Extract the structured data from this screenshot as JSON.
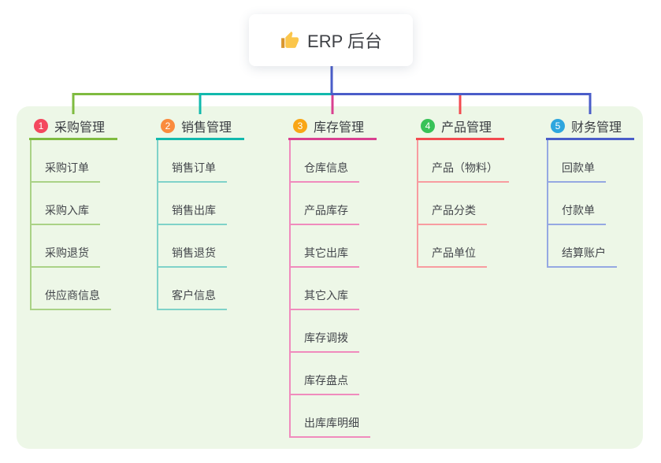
{
  "root": {
    "label": "ERP 后台",
    "icon": "thumbs-up-icon",
    "icon_colors": {
      "hand": "#fbc64b",
      "sleeve": "#d9972f"
    }
  },
  "branches": [
    {
      "index": "1",
      "label": "采购管理",
      "badge_color": "#f4485e",
      "line_color": "#7fbb40",
      "child_line_color": "#aad286",
      "children": [
        "采购订单",
        "采购入库",
        "采购退货",
        "供应商信息"
      ]
    },
    {
      "index": "2",
      "label": "销售管理",
      "badge_color": "#fa8b3d",
      "line_color": "#12b9ad",
      "child_line_color": "#7fd2c9",
      "children": [
        "销售订单",
        "销售出库",
        "销售退货",
        "客户信息"
      ]
    },
    {
      "index": "3",
      "label": "库存管理",
      "badge_color": "#f9a616",
      "line_color": "#d94090",
      "child_line_color": "#f08bbd",
      "children": [
        "仓库信息",
        "产品库存",
        "其它出库",
        "其它入库",
        "库存调拨",
        "库存盘点",
        "出库库明细"
      ]
    },
    {
      "index": "4",
      "label": "产品管理",
      "badge_color": "#38c258",
      "line_color": "#f34b50",
      "child_line_color": "#f89ca0",
      "children": [
        "产品（物料）",
        "产品分类",
        "产品单位"
      ]
    },
    {
      "index": "5",
      "label": "财务管理",
      "badge_color": "#2ea6de",
      "line_color": "#4a5dc9",
      "child_line_color": "#95a8e2",
      "children": [
        "回款单",
        "付款单",
        "结算账户"
      ]
    }
  ],
  "colors": {
    "canvas_bg": "#ffffff",
    "board_bg": "#edf7e7",
    "root_line": "#4a5dc9",
    "text": "#3e4045"
  }
}
